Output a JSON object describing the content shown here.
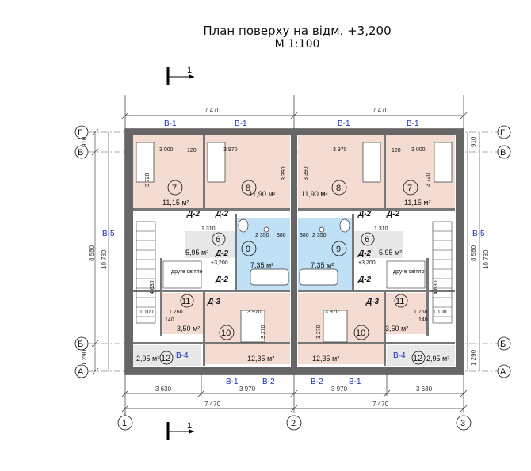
{
  "title": {
    "line1": "План поверху на відм. +3,200",
    "line2": "М 1:100"
  },
  "section_mark": "1",
  "axes": {
    "rows": [
      "Г",
      "В",
      "Б",
      "А"
    ],
    "cols": [
      "1",
      "2",
      "3"
    ]
  },
  "dims": {
    "top_half": "7 470",
    "bottom_total": "7 470",
    "bottom_parts": [
      "3 630",
      "3 970"
    ],
    "left_side": [
      "910",
      "8 580",
      "10 780",
      "1 290"
    ],
    "room_dims": [
      "3 000",
      "3 970",
      "3 720",
      "3 390",
      "120",
      "1 310",
      "2 350",
      "380",
      "1 760",
      "3 270",
      "1 100",
      "140",
      "4 630"
    ]
  },
  "windows": [
    "В-1",
    "В-2",
    "В-4",
    "В-5"
  ],
  "doors": [
    "Д-2",
    "Д-3"
  ],
  "rooms": [
    {
      "num": "7",
      "area": "11,15 м²"
    },
    {
      "num": "8",
      "area": "11,90 м²"
    },
    {
      "num": "6",
      "area": "5,95 м²"
    },
    {
      "num": "9",
      "area": "7,35 м²"
    },
    {
      "num": "11",
      "area": "3,50 м²"
    },
    {
      "num": "10",
      "area": "12,35 м²"
    },
    {
      "num": "12",
      "area": "2,95 м²"
    }
  ],
  "stair_note": "друге світло",
  "level_mark": "+3,200"
}
